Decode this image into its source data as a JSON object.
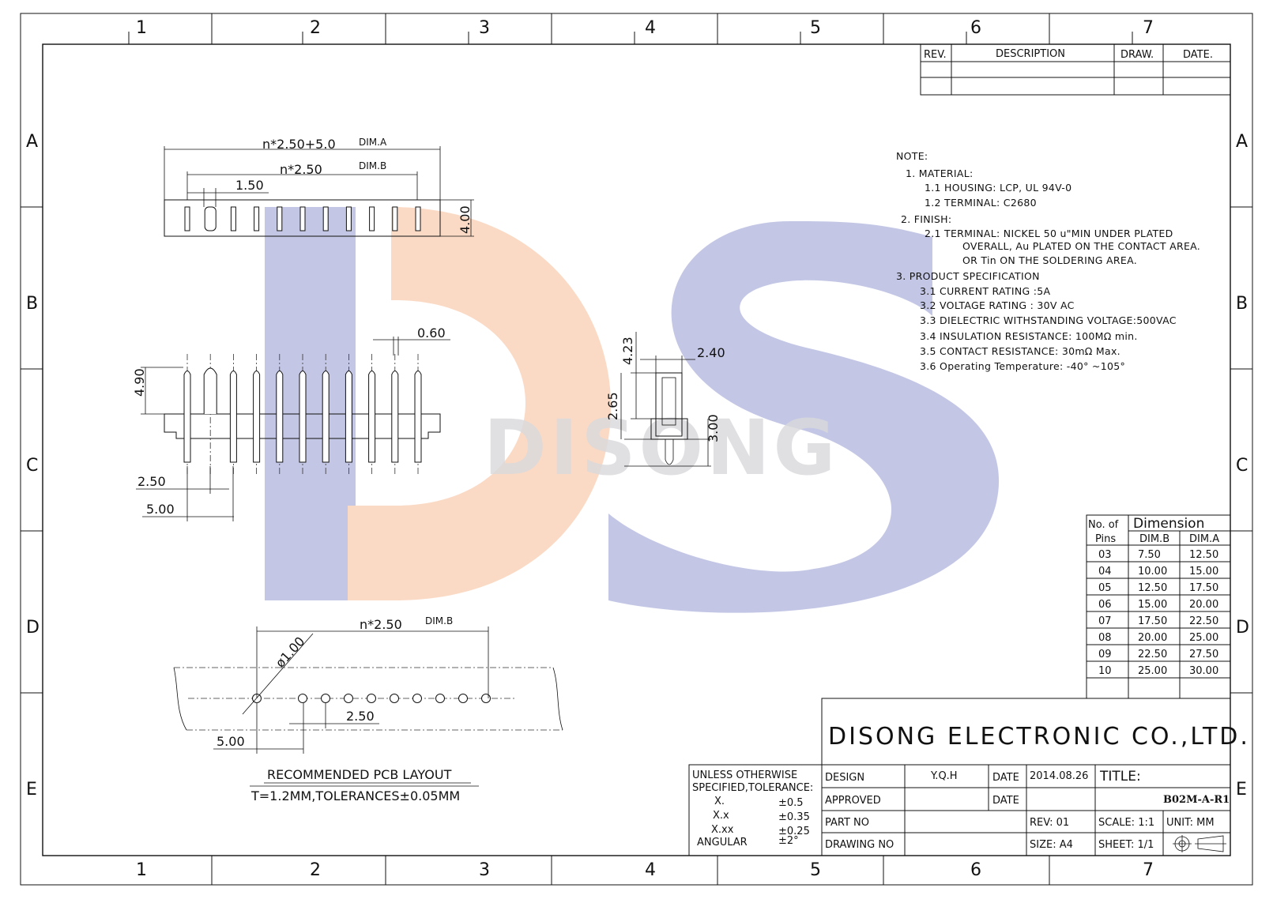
{
  "frame": {
    "columns": [
      "1",
      "2",
      "3",
      "4",
      "5",
      "6",
      "7"
    ],
    "rows": [
      "A",
      "B",
      "C",
      "D",
      "E"
    ]
  },
  "revision_table": {
    "headers": [
      "REV.",
      "DESCRIPTION",
      "DRAW.",
      "DATE."
    ]
  },
  "watermark": {
    "text": "DISONG",
    "color_orange": "#f9c9aa",
    "color_blue": "#a9add8"
  },
  "top_view": {
    "dim_a": "n*2.50+5.0",
    "dim_a_tag": "DIM.A",
    "dim_b": "n*2.50",
    "dim_b_tag": "DIM.B",
    "pitch_small": "1.50",
    "height": "4.00"
  },
  "front_view": {
    "pin_width": "0.60",
    "pin_height": "4.90",
    "pitch": "2.50",
    "first_pin": "5.00"
  },
  "side_view": {
    "top": "4.23",
    "width": "2.40",
    "mid": "2.65",
    "tail": "3.00"
  },
  "pcb_layout": {
    "dim_b": "n*2.50",
    "dim_b_tag": "DIM.B",
    "hole": "ø1.00",
    "pitch": "2.50",
    "offset": "5.00",
    "title": "RECOMMENDED PCB LAYOUT",
    "subtitle": "T=1.2MM,TOLERANCES±0.05MM"
  },
  "notes": {
    "heading": "NOTE:",
    "lines": [
      "1. MATERIAL:",
      "1.1 HOUSING: LCP, UL 94V-0",
      "1.2 TERMINAL: C2680",
      "2. FINISH:",
      "2.1 TERMINAL: NICKEL 50 u\"MIN UNDER PLATED",
      "OVERALL, Au PLATED ON THE CONTACT AREA.",
      "OR Tin ON THE SOLDERING AREA.",
      "3. PRODUCT SPECIFICATION",
      "3.1 CURRENT RATING :5A",
      "3.2 VOLTAGE RATING : 30V AC",
      "3.3 DIELECTRIC WITHSTANDING VOLTAGE:500VAC",
      "3.4 INSULATION RESISTANCE: 100MΩ min.",
      "3.5 CONTACT RESISTANCE: 30mΩ Max.",
      "3.6 Operating Temperature: -40° ~105°"
    ]
  },
  "dimension_table": {
    "col_header_1": "No. of",
    "col_header_1b": "Pins",
    "col_group": "Dimension",
    "col_b": "DIM.B",
    "col_a": "DIM.A",
    "rows": [
      [
        "03",
        "7.50",
        "12.50"
      ],
      [
        "04",
        "10.00",
        "15.00"
      ],
      [
        "05",
        "12.50",
        "17.50"
      ],
      [
        "06",
        "15.00",
        "20.00"
      ],
      [
        "07",
        "17.50",
        "22.50"
      ],
      [
        "08",
        "20.00",
        "25.00"
      ],
      [
        "09",
        "22.50",
        "27.50"
      ],
      [
        "10",
        "25.00",
        "30.00"
      ]
    ]
  },
  "title_block": {
    "company": "DISONG ELECTRONIC CO.,LTD.",
    "tolerance_lines": [
      "UNLESS OTHERWISE",
      "SPECIFIED,TOLERANCE:"
    ],
    "tol_x": "X.",
    "tol_x_val": "±0.5",
    "tol_xx": "X.x",
    "tol_xx_val": "±0.35",
    "tol_xxx": "X.xx",
    "tol_xxx_val": "±0.25",
    "tol_ang": "ANGULAR",
    "tol_ang_val": "±2°",
    "design_label": "DESIGN",
    "design_value": "Y.Q.H",
    "date_label": "DATE",
    "date_value": "2014.08.26",
    "approved_label": "APPROVED",
    "date2_label": "DATE",
    "part_no_label": "PART NO",
    "drawing_no_label": "DRAWING NO",
    "rev": "REV: 01",
    "size": "SIZE: A4",
    "title_label": "TITLE:",
    "title_value": "B02M-A-R1",
    "scale": "SCALE: 1:1",
    "unit": "UNIT: MM",
    "sheet": "SHEET: 1/1"
  }
}
